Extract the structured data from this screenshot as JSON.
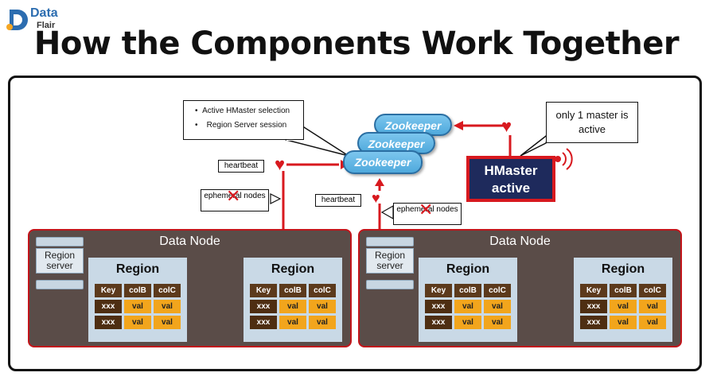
{
  "logo": {
    "line1": "Data",
    "line2": "Flair"
  },
  "title": "How the Components Work Together",
  "callouts": {
    "zookeeper_notes": [
      "Active HMaster selection",
      "Region Server session"
    ],
    "master_note": "only 1 master is active"
  },
  "zookeeper": {
    "labels": [
      "Zookeeper",
      "Zookeeper",
      "Zookeeper"
    ]
  },
  "hmaster": {
    "line1": "HMaster",
    "line2": "active"
  },
  "labels": {
    "heartbeat_left": "heartbeat",
    "ephemeral_left": "ephemeral nodes",
    "heartbeat_mid": "heartbeat",
    "ephemeral_right": "ephemeral nodes"
  },
  "data_nodes": [
    {
      "title": "Data Node",
      "region_server": "Region server",
      "regions": [
        {
          "title": "Region",
          "header": [
            "Key",
            "colB",
            "colC"
          ],
          "rows": [
            [
              "xxx",
              "val",
              "val"
            ],
            [
              "xxx",
              "val",
              "val"
            ]
          ]
        },
        {
          "title": "Region",
          "header": [
            "Key",
            "colB",
            "colC"
          ],
          "rows": [
            [
              "xxx",
              "val",
              "val"
            ],
            [
              "xxx",
              "val",
              "val"
            ]
          ]
        }
      ]
    },
    {
      "title": "Data Node",
      "region_server": "Region server",
      "regions": [
        {
          "title": "Region",
          "header": [
            "Key",
            "colB",
            "colC"
          ],
          "rows": [
            [
              "xxx",
              "val",
              "val"
            ],
            [
              "xxx",
              "val",
              "val"
            ]
          ]
        },
        {
          "title": "Region",
          "header": [
            "Key",
            "colB",
            "colC"
          ],
          "rows": [
            [
              "xxx",
              "val",
              "val"
            ],
            [
              "xxx",
              "val",
              "val"
            ]
          ]
        }
      ]
    }
  ],
  "colors": {
    "accent": "#d8191f",
    "node_bg": "#5a4c48",
    "hmaster_bg": "#1e2a5c",
    "zookeeper": "#4fa9dc"
  }
}
